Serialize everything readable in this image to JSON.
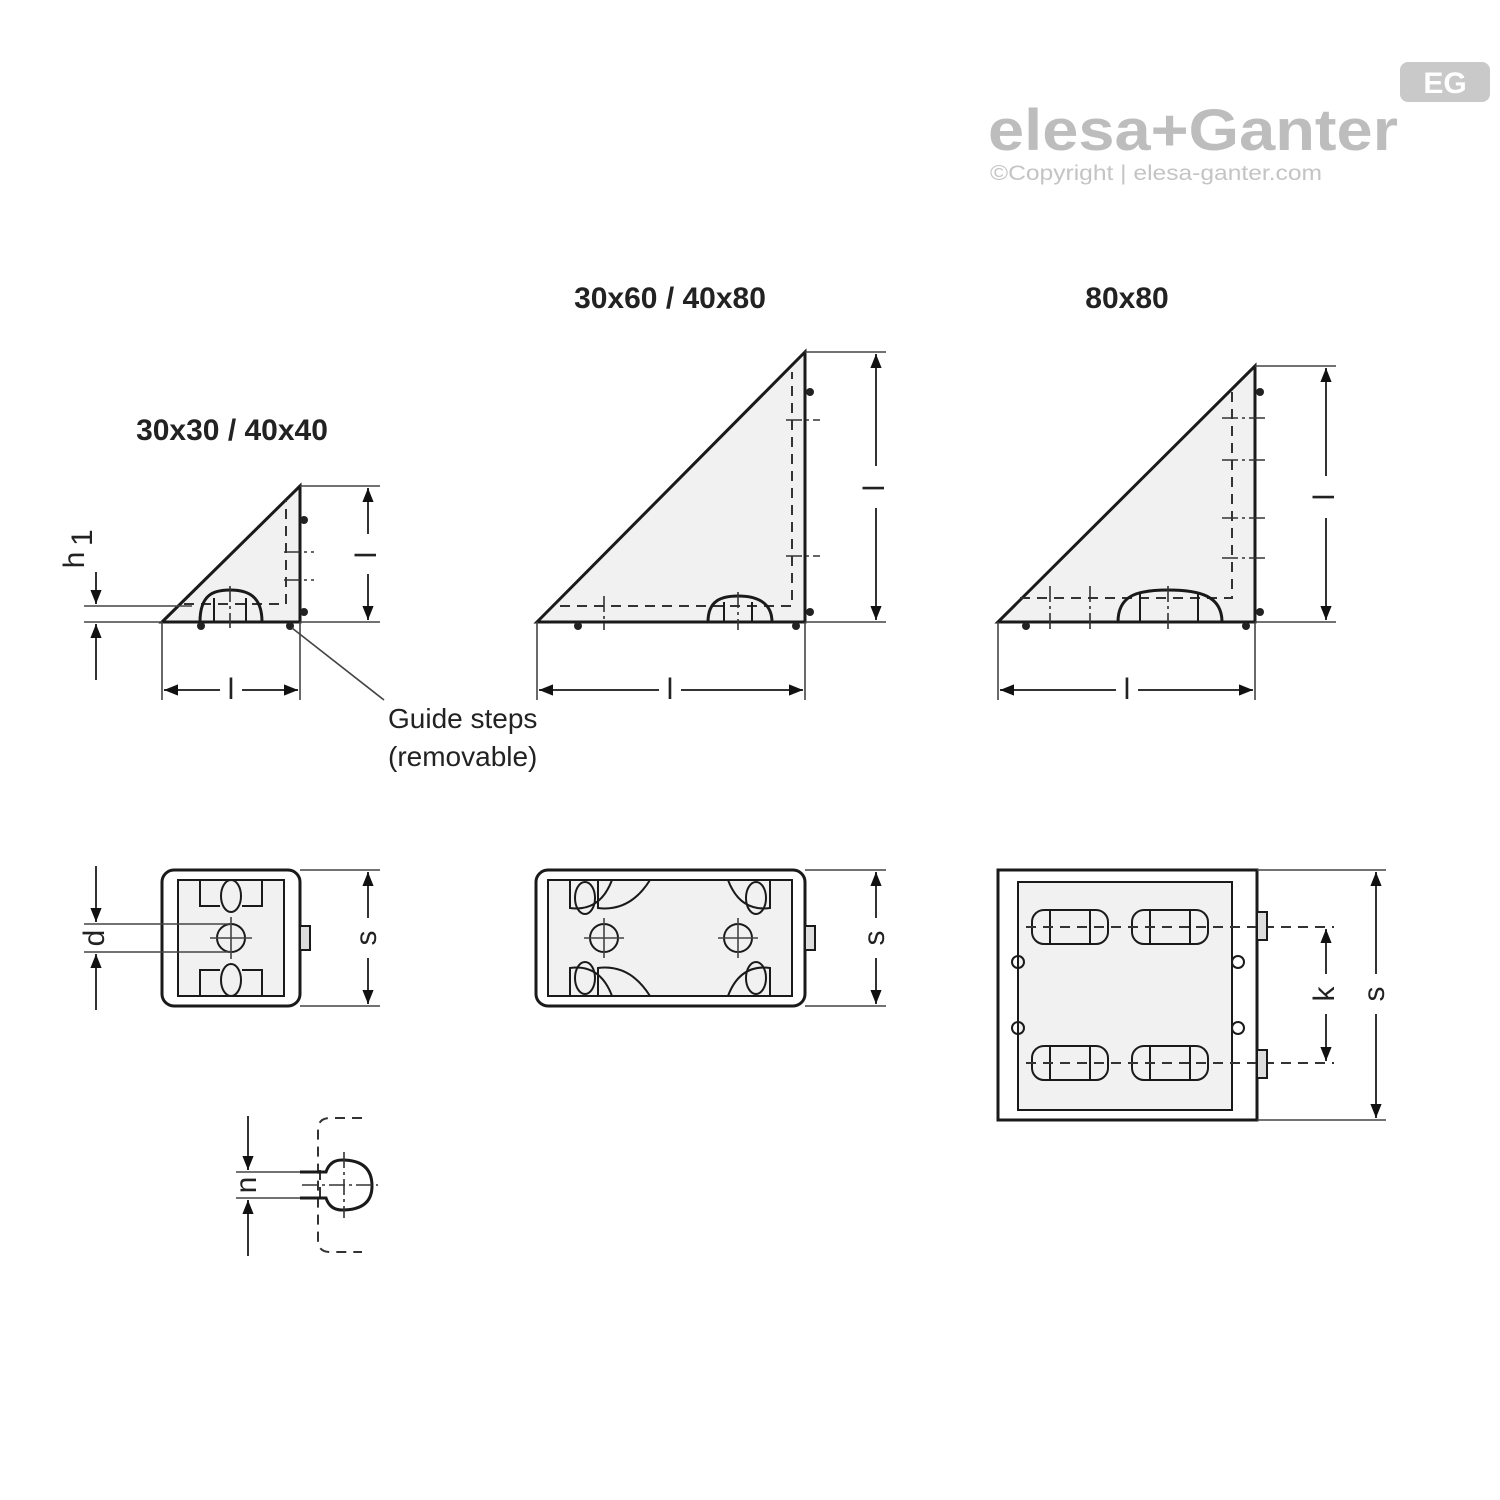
{
  "logo": {
    "brand": "elesa+Ganter",
    "badge": "EG",
    "copyright": "©Copyright | elesa-ganter.com"
  },
  "views": [
    {
      "title": "30x30 / 40x40"
    },
    {
      "title": "30x60 / 40x80"
    },
    {
      "title": "80x80"
    }
  ],
  "dimensions": {
    "l": "l",
    "h1": "h",
    "h1_sub": "1",
    "s": "s",
    "d": "d",
    "k": "k",
    "n": "n"
  },
  "note": {
    "line1": "Guide steps",
    "line2": "(removable)"
  }
}
